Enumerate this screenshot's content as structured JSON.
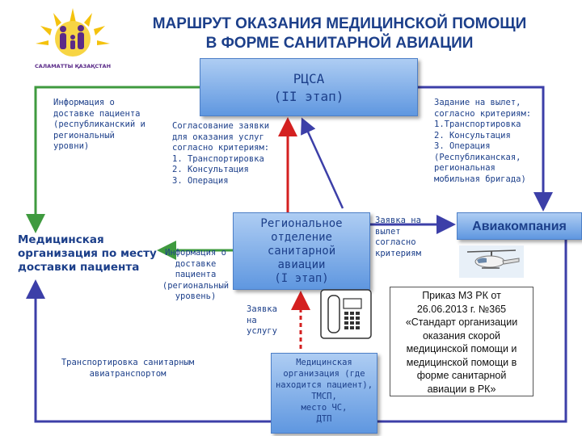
{
  "title": "МАРШРУТ ОКАЗАНИЯ МЕДИЦИНСКОЙ ПОМОЩИ\nВ ФОРМЕ САНИТАРНОЙ АВИАЦИИ",
  "logo_text": "САЛАМАТТЫ ҚАЗАҚСТАН",
  "nodes": {
    "rcsa": "РЦСА\n(II этап)",
    "region": "Региональное\nотделение\nсанитарной\nавиации\n(I этап)",
    "med_org_left": "Медицинская\nорганизация по месту\nдоставки пациента",
    "med_org_bottom": "Медицинская\nорганизация (где\nнаходится пациент),\nТМСП,\nместо ЧС,\nДТП",
    "airline": "Авиакомпания"
  },
  "labels": {
    "info_delivery": "Информация о\nдоставке пациента\n(республиканский и\nрегиональный\nуровни)",
    "approval": "Согласование заявки\nдля оказания услуг\nсогласно критериям:\n1. Транспортировка\n2. Консультация\n3. Операция",
    "task": "Задание на вылет,\nсогласно критериям:\n1.Транспортировка\n2. Консультация\n3. Операция\n(Республиканская,\nрегиональная\nмобильная бригада)",
    "info_regional": "Информация о\nдоставке\nпациента\n(региональный\nуровень)",
    "request_flight": "Заявка на\nвылет\nсогласно\nкритериям",
    "request_service": "Заявка\nна\nуслугу",
    "transport": "Транспортировка санитарным\nавиатранспортом"
  },
  "order_text": "Приказ МЗ РК от\n26.06.2013 г. №365\n«Стандарт организации\nоказания скорой\nмедицинской помощи и\nмедицинской помощи в\nформе санитарной\nавиации в РК»",
  "icons": [
    "family-logo-icon",
    "helicopter-icon",
    "phone-icon"
  ],
  "colors": {
    "green_arrow": "#3f9a3f",
    "blue_arrow": "#3c3fa8",
    "red_arrow": "#d42020",
    "box_top": "#aecdf3",
    "box_bottom": "#5f97e0",
    "text": "#1c3f8a"
  }
}
